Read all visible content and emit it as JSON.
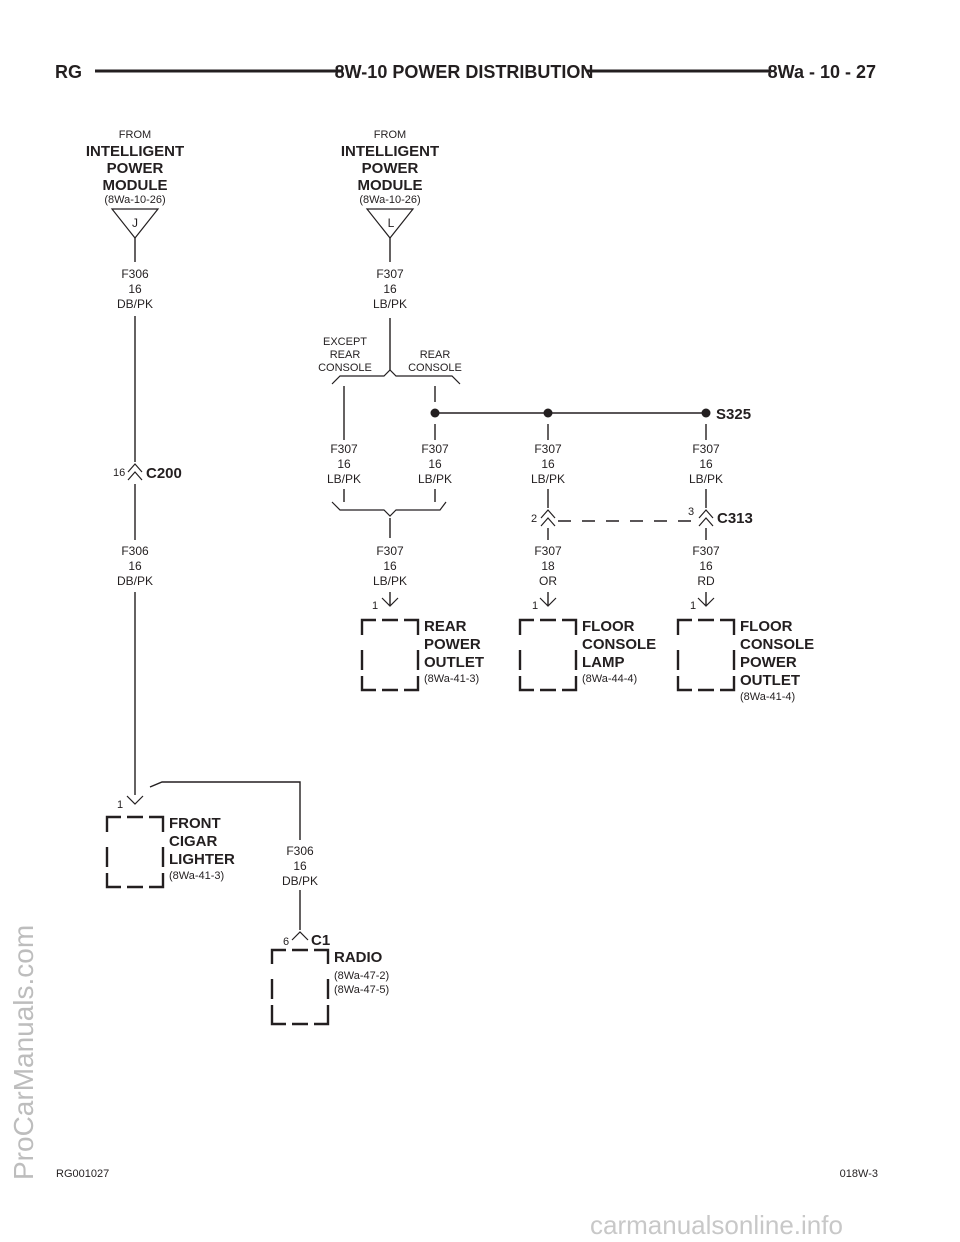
{
  "header": {
    "left": "RG",
    "title": "8W-10 POWER DISTRIBUTION",
    "right": "8Wa - 10 - 27"
  },
  "footer": {
    "left": "RG001027",
    "right": "018W-3"
  },
  "watermarks": {
    "side": "ProCarManuals.com",
    "bottom": "carmanualsonline.info"
  },
  "sources": [
    {
      "from": "FROM",
      "name_lines": [
        "INTELLIGENT",
        "POWER",
        "MODULE"
      ],
      "ref": "(8Wa-10-26)",
      "pin": "J"
    },
    {
      "from": "FROM",
      "name_lines": [
        "INTELLIGENT",
        "POWER",
        "MODULE"
      ],
      "ref": "(8Wa-10-26)",
      "pin": "L"
    }
  ],
  "wire_labels": [
    [
      "F306",
      "16",
      "DB/PK"
    ],
    [
      "F307",
      "16",
      "LB/PK"
    ],
    [
      "F307",
      "16",
      "LB/PK"
    ],
    [
      "F307",
      "16",
      "LB/PK"
    ],
    [
      "F307",
      "16",
      "LB/PK"
    ],
    [
      "F307",
      "16",
      "LB/PK"
    ],
    [
      "F306",
      "16",
      "DB/PK"
    ],
    [
      "F307",
      "16",
      "LB/PK"
    ],
    [
      "F307",
      "18",
      "OR"
    ],
    [
      "F307",
      "16",
      "RD"
    ],
    [
      "F306",
      "16",
      "DB/PK"
    ]
  ],
  "options": {
    "except_rear_console": [
      "EXCEPT",
      "REAR",
      "CONSOLE"
    ],
    "rear_console": [
      "REAR",
      "CONSOLE"
    ]
  },
  "splice": "S325",
  "connectors": {
    "c200": {
      "name": "C200",
      "pin": "16"
    },
    "c313": {
      "name": "C313",
      "pin_left": "2",
      "pin_right": "3"
    },
    "c1": {
      "name": "C1",
      "pin": "6"
    }
  },
  "components": [
    {
      "lines": [
        "REAR",
        "POWER",
        "OUTLET"
      ],
      "refs": [
        "(8Wa-41-3)"
      ],
      "pin": "1"
    },
    {
      "lines": [
        "FLOOR",
        "CONSOLE",
        "LAMP"
      ],
      "refs": [
        "(8Wa-44-4)"
      ],
      "pin": "1"
    },
    {
      "lines": [
        "FLOOR",
        "CONSOLE",
        "POWER",
        "OUTLET"
      ],
      "refs": [
        "(8Wa-41-4)"
      ],
      "pin": "1"
    },
    {
      "lines": [
        "FRONT",
        "CIGAR",
        "LIGHTER"
      ],
      "refs": [
        "(8Wa-41-3)"
      ],
      "pin": "1"
    },
    {
      "lines": [
        "RADIO"
      ],
      "refs": [
        "(8Wa-47-2)",
        "(8Wa-47-5)"
      ],
      "pin": ""
    }
  ]
}
